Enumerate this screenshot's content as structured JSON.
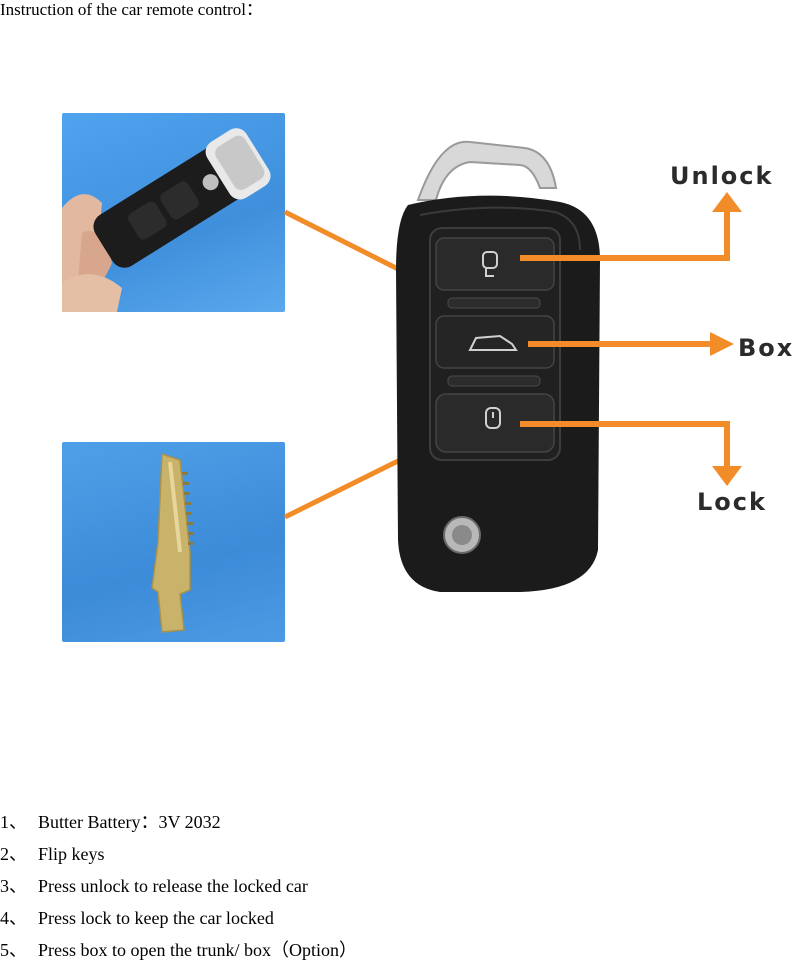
{
  "page": {
    "title": "Instruction of the car remote control："
  },
  "figure": {
    "labels": {
      "unlock": "Unlock",
      "box": "Box",
      "lock": "Lock"
    },
    "colors": {
      "arrow": "#f28c28",
      "photo_bg": "#4a9be8",
      "remote_body": "#1b1b1b",
      "key_blade": "#c9b36a"
    }
  },
  "instructions": [
    {
      "num": "1、",
      "text": "Butter Battery：3V 2032"
    },
    {
      "num": "2、",
      "text": "Flip keys"
    },
    {
      "num": "3、",
      "text": "Press unlock to release the locked car"
    },
    {
      "num": "4、",
      "text": "Press lock to keep the car locked"
    },
    {
      "num": "5、",
      "text": "Press box to open the trunk/ box（Option）"
    }
  ]
}
